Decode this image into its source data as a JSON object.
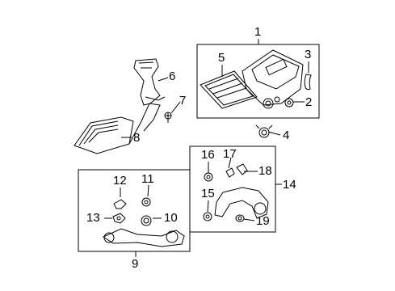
{
  "diagram": {
    "callouts": {
      "c1": "1",
      "c2": "2",
      "c3": "3",
      "c4": "4",
      "c5": "5",
      "c6": "6",
      "c7": "7",
      "c8": "8",
      "c9": "9",
      "c10": "10",
      "c11": "11",
      "c12": "12",
      "c13": "13",
      "c14": "14",
      "c15": "15",
      "c16": "16",
      "c17": "17",
      "c18": "18",
      "c19": "19"
    },
    "line_color": "#000000",
    "background": "#ffffff"
  }
}
